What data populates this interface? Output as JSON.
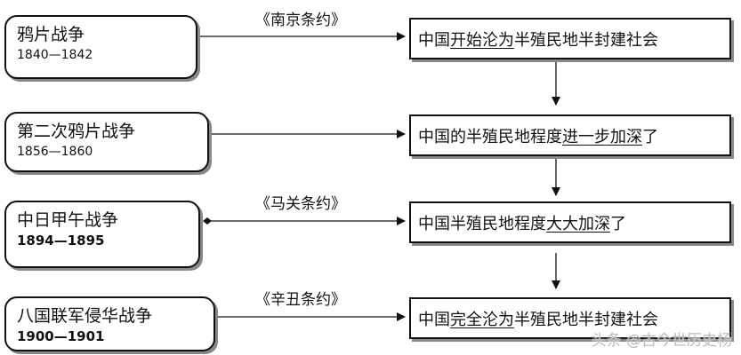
{
  "wars": [
    {
      "name": "鸦片战争",
      "years": "1840—1842"
    },
    {
      "name": "第二次鸦片战争",
      "years": "1856—1860"
    },
    {
      "name": "中日甲午战争",
      "years": "1894—1895"
    },
    {
      "name": "八国联军侵华战争",
      "years": "1900—1901"
    }
  ],
  "treaties": [
    "《南京条约》",
    "《马关条约》",
    "《辛丑条约》"
  ],
  "results": [
    {
      "pre": "中国",
      "u": "开始沦为",
      "post": "半殖民地半封建社会"
    },
    {
      "pre": "中国的半殖民地程度",
      "u": "进一步加深",
      "post": "了"
    },
    {
      "pre": "中国半殖民地程度",
      "u": "大大加深",
      "post": "了"
    },
    {
      "pre": "中国",
      "u": "完全沦为",
      "post": "半殖民地半封建社会"
    }
  ],
  "watermark": "头条 @古今世历史杨"
}
